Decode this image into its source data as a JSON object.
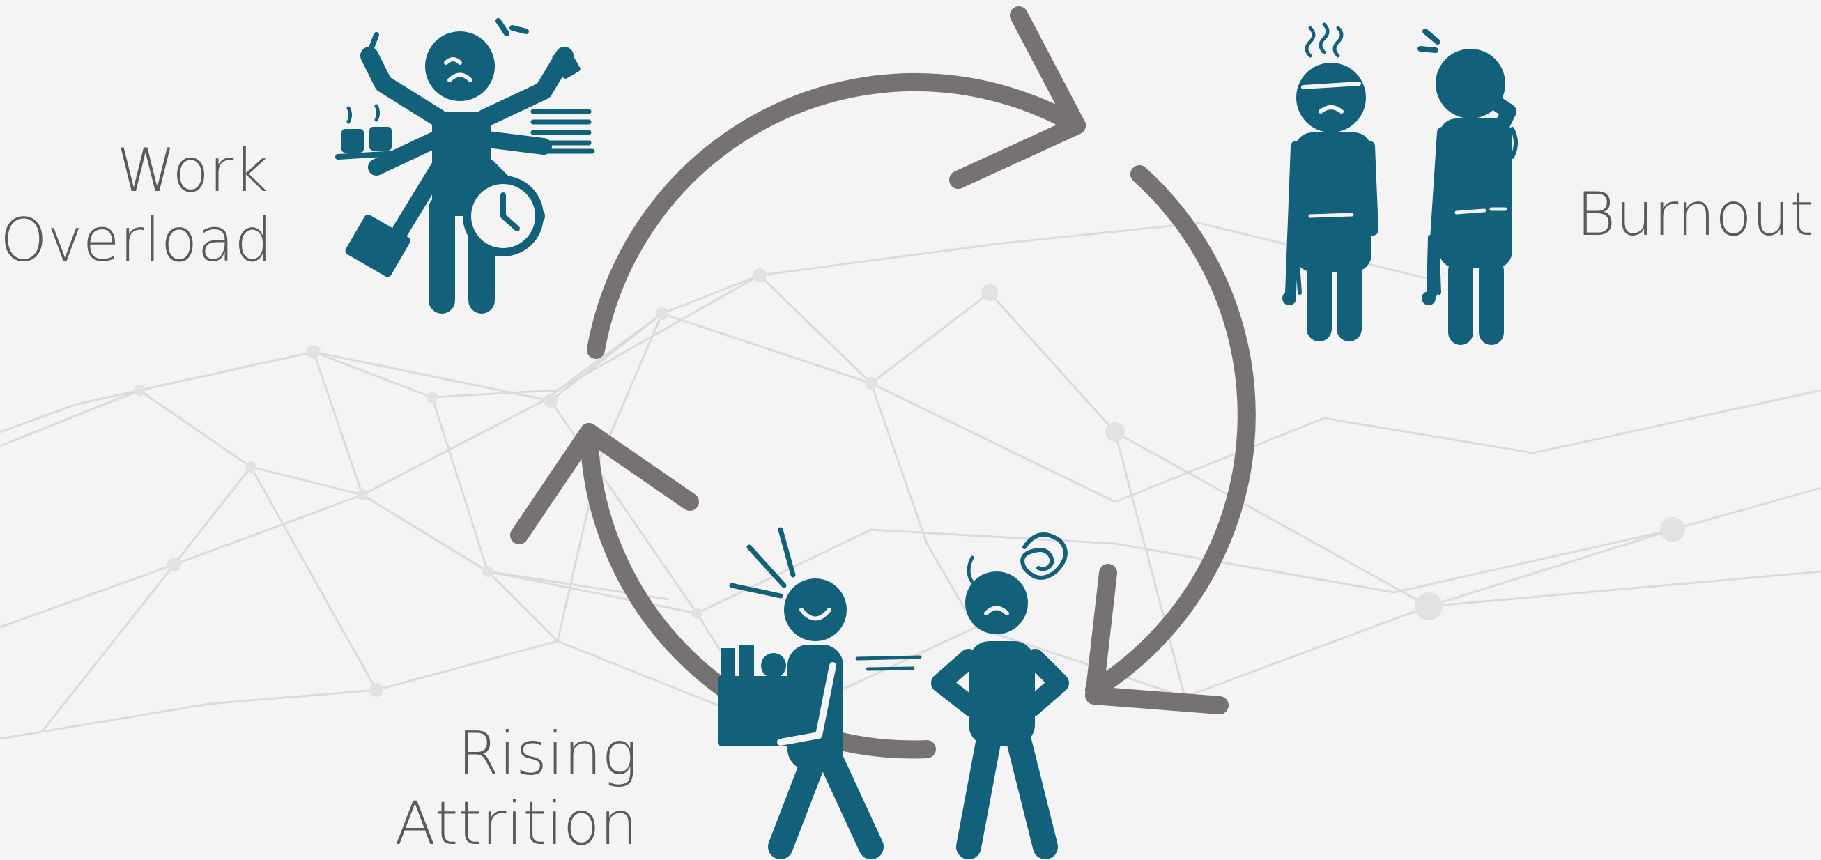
{
  "labels": {
    "work_overload": [
      "Work",
      "Overload"
    ],
    "burnout": "Burnout",
    "rising_attrition": [
      "Rising",
      "Attrition"
    ]
  },
  "colors": {
    "icon": "#13607a",
    "arrow": "#767272",
    "text": "#5a5a5a",
    "network": "#d6d6d6"
  },
  "icons": {
    "work_overload": "multitasking-person-icon",
    "burnout": "exhausted-people-icon",
    "rising_attrition": "employee-leaving-icon",
    "cycle": "cycle-arrows-icon"
  }
}
